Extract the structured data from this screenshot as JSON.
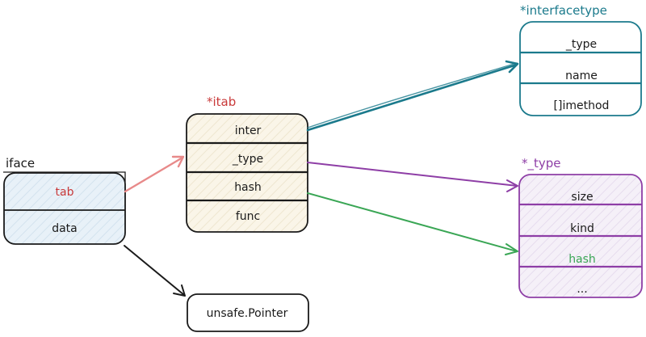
{
  "colors": {
    "ink": "#1a1a1a",
    "iface_fill": "#e6f0f8",
    "itab_fill": "#f8f3e6",
    "interfacetype_stroke": "#1b7a8c",
    "type_stroke": "#8e3ea6",
    "type_fill": "#f4eef7",
    "tab_text": "#c93a3a",
    "tab_arrow": "#e88a8a",
    "hash_green": "#3aa655",
    "itab_title": "#c93a3a"
  },
  "iface": {
    "title": "iface",
    "fields": [
      "tab",
      "data"
    ]
  },
  "itab": {
    "title": "*itab",
    "fields": [
      "inter",
      "_type",
      "hash",
      "func"
    ]
  },
  "interfacetype": {
    "title": "*interfacetype",
    "fields": [
      "_type",
      "name",
      "[]imethod"
    ]
  },
  "type": {
    "title": "*_type",
    "fields": [
      "size",
      "kind",
      "hash",
      "..."
    ]
  },
  "pointer": {
    "label": "unsafe.Pointer"
  }
}
